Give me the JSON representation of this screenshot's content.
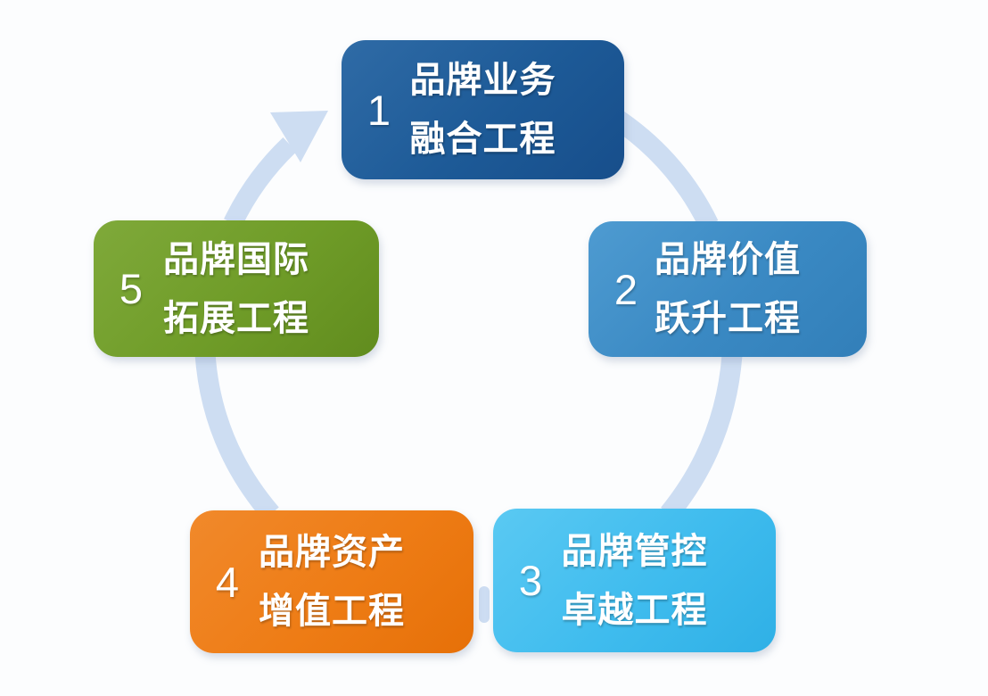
{
  "canvas": {
    "background": "#fcfdfe"
  },
  "cycle": {
    "arrow_color": "#cdddf2",
    "steps": [
      {
        "number": "1",
        "line1": "品牌业务",
        "line2": "融合工程",
        "color": "#1d5a97",
        "grad_light": "#2f6ba6",
        "grad_dark": "#174e8b"
      },
      {
        "number": "2",
        "line1": "品牌价值",
        "line2": "跃升工程",
        "color": "#3a89c3",
        "grad_light": "#4e9bd1",
        "grad_dark": "#327fb9"
      },
      {
        "number": "3",
        "line1": "品牌管控",
        "line2": "卓越工程",
        "color": "#3fbcee",
        "grad_light": "#5ac9f3",
        "grad_dark": "#2fb0e6"
      },
      {
        "number": "4",
        "line1": "品牌资产",
        "line2": "增值工程",
        "color": "#ee7c15",
        "grad_light": "#f1892b",
        "grad_dark": "#e67008"
      },
      {
        "number": "5",
        "line1": "品牌国际",
        "line2": "拓展工程",
        "color": "#6f9c28",
        "grad_light": "#7fa93a",
        "grad_dark": "#618c1e"
      }
    ]
  }
}
